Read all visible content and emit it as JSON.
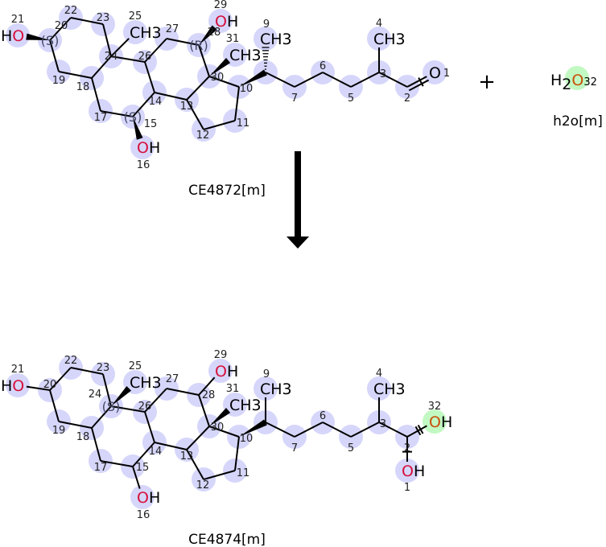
{
  "colors": {
    "atom_highlight": "#d6d6fb",
    "new_atom_highlight": "#c2f8c2",
    "oxygen": "#d6103a",
    "new_oxygen": "#c8500a",
    "bond": "#000000"
  },
  "reactants": [
    {
      "name": "CE4872[m]"
    },
    {
      "name": "h2o[m]",
      "formula": {
        "h": "H",
        "sub": "2",
        "o": "O",
        "num": "32"
      }
    }
  ],
  "plus_sign": "+",
  "product": {
    "name": "CE4874[m]"
  },
  "molecule_top": {
    "atoms": {
      "1": {
        "label": "O"
      },
      "2": {},
      "3": {},
      "4": {
        "label": "CH3"
      },
      "5": {},
      "6": {},
      "7": {},
      "8": {},
      "9": {
        "label": "CH3"
      },
      "10": {},
      "11": {},
      "12": {},
      "13": {},
      "14": {},
      "15": {
        "stereo": "(S)"
      },
      "16": {
        "label": "OH"
      },
      "17": {},
      "18": {},
      "19": {},
      "20": {
        "stereo": "(S)"
      },
      "21": {
        "label": "HO"
      },
      "22": {},
      "23": {},
      "24": {},
      "25": {
        "label": "CH3"
      },
      "26": {},
      "27": {},
      "28": {
        "stereo": "(R)"
      },
      "29": {
        "label": "OH"
      },
      "30": {},
      "31": {
        "label": "CH3"
      }
    }
  },
  "molecule_bottom": {
    "atoms": {
      "1": {
        "label": "OH"
      },
      "2": {},
      "3": {},
      "4": {
        "label": "CH3"
      },
      "5": {},
      "6": {},
      "7": {},
      "8": {},
      "9": {
        "label": "CH3"
      },
      "10": {},
      "11": {},
      "12": {},
      "13": {},
      "14": {},
      "15": {},
      "16": {
        "label": "OH"
      },
      "17": {},
      "18": {},
      "19": {},
      "20": {},
      "21": {
        "label": "HO"
      },
      "22": {},
      "23": {},
      "24": {
        "stereo": "(S)"
      },
      "25": {
        "label": "CH3"
      },
      "26": {},
      "27": {},
      "28": {},
      "29": {
        "label": "OH"
      },
      "30": {},
      "31": {
        "label": "CH3"
      },
      "32": {
        "label": "OH",
        "new": true
      }
    }
  }
}
